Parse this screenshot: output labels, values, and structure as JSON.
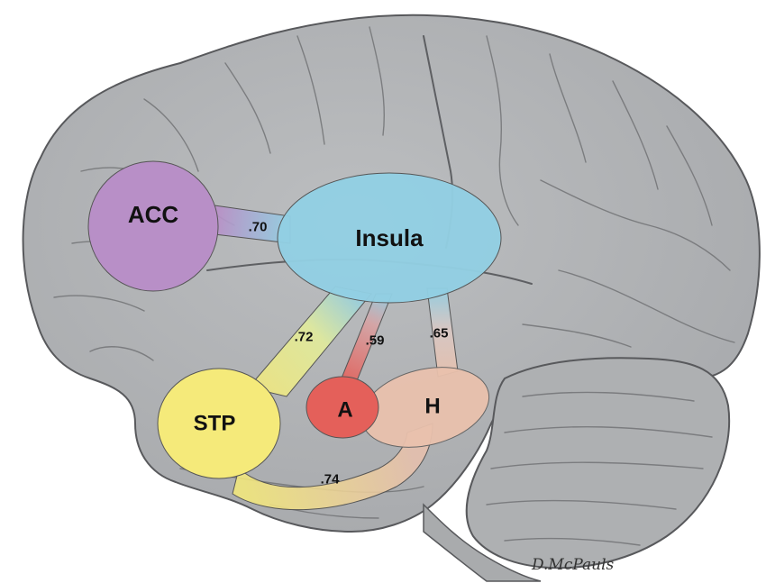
{
  "colors": {
    "brain": "#b4b6b8",
    "brain_outline": "#58595c",
    "acc": "#b88fc7",
    "insula": "#92cfe3",
    "stp": "#f5ea7a",
    "amygdala": "#e4605a",
    "hippocampus": "#e9c1ad"
  },
  "nodes": {
    "acc": "ACC",
    "insula": "Insula",
    "stp": "STP",
    "amygdala": "A",
    "hippocampus": "H"
  },
  "connections": [
    {
      "id": "acc-insula",
      "from": "ACC",
      "to": "Insula",
      "weight": ".70"
    },
    {
      "id": "insula-stp",
      "from": "Insula",
      "to": "STP",
      "weight": ".72"
    },
    {
      "id": "insula-a",
      "from": "Insula",
      "to": "A",
      "weight": ".59"
    },
    {
      "id": "insula-h",
      "from": "Insula",
      "to": "H",
      "weight": ".65"
    },
    {
      "id": "stp-h",
      "from": "STP",
      "to": "H",
      "weight": ".74"
    }
  ],
  "signature": "D.McPauls"
}
